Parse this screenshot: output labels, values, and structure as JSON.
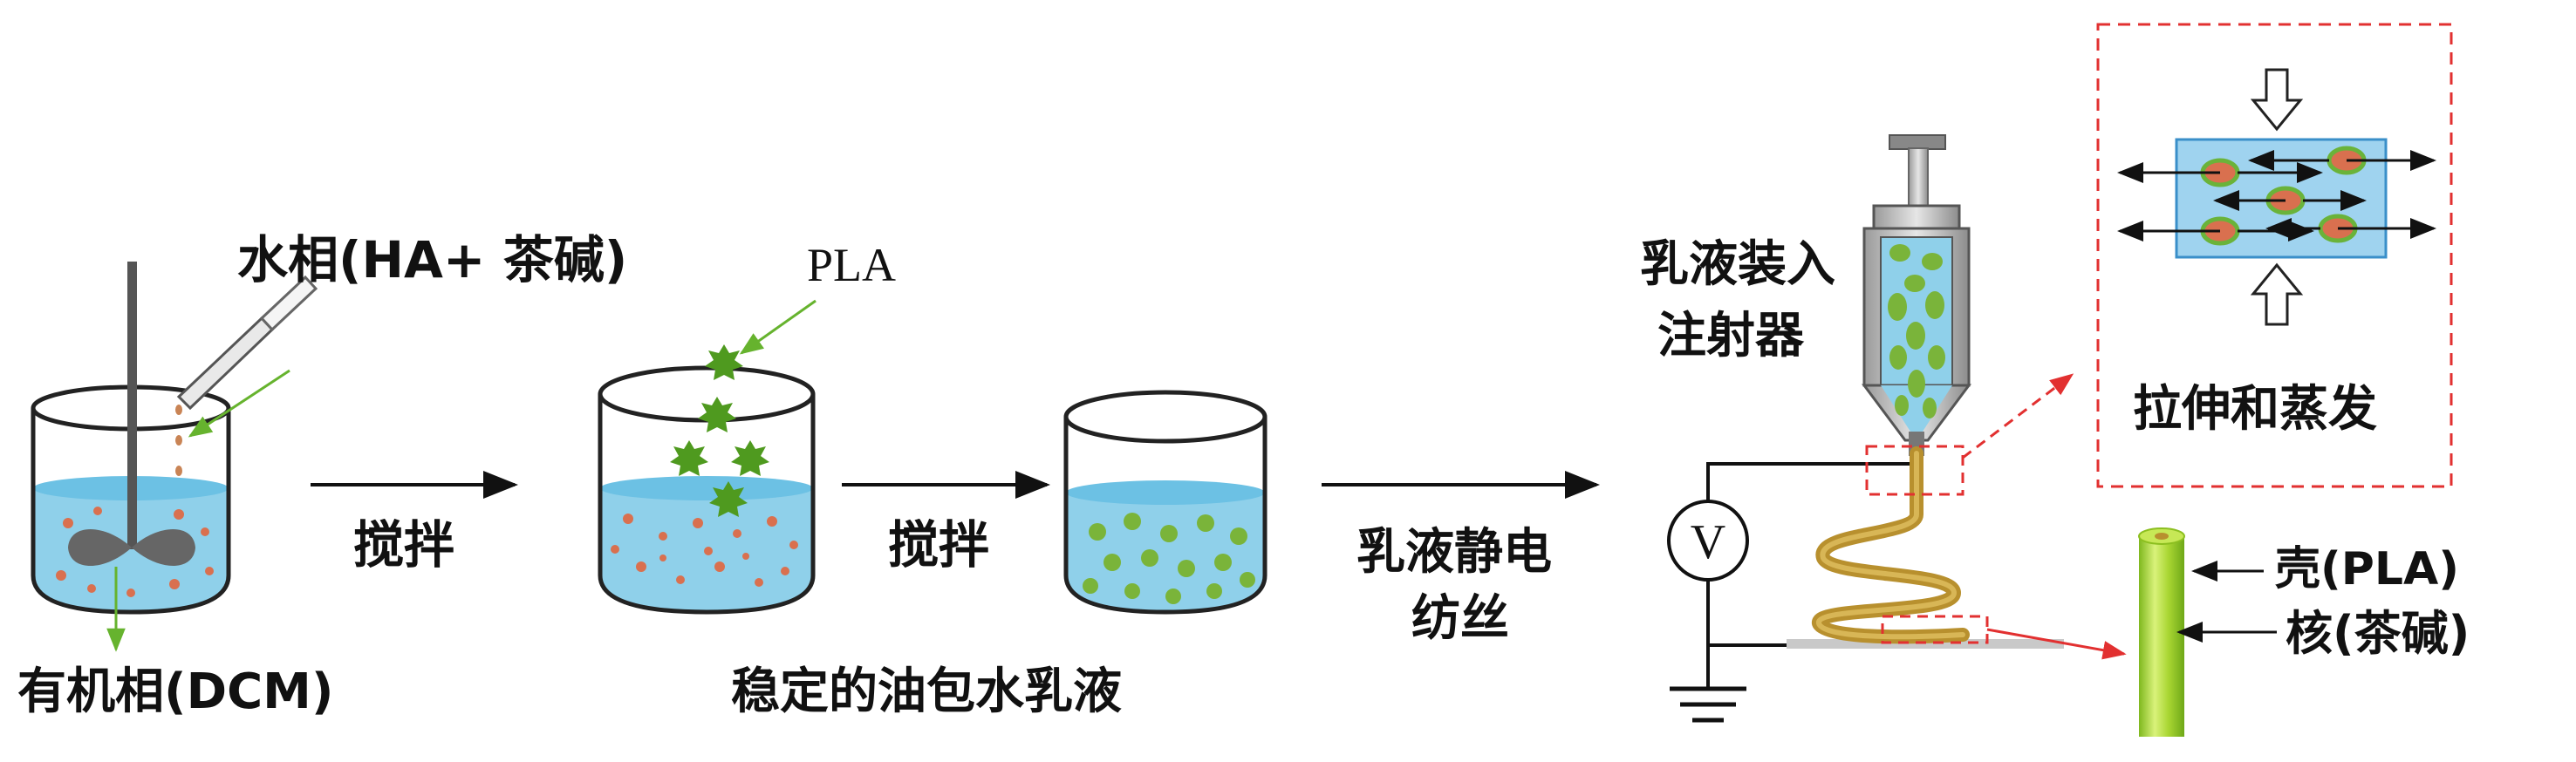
{
  "labels": {
    "aqueous_phase": "水相(HA+ 茶碱)",
    "organic_phase": "有机相(DCM)",
    "stir_1": "搅拌",
    "pla": "PLA",
    "stir_2": "搅拌",
    "stable_emulsion": "稳定的油包水乳液",
    "electrospin_line1": "乳液静电",
    "electrospin_line2": "纺丝",
    "load_line1": "乳液装入",
    "load_line2": "注射器",
    "voltage": "V",
    "stretch_evaporate": "拉伸和蒸发",
    "shell": "壳(PLA)",
    "core": "核(茶碱)"
  },
  "colors": {
    "water": "#8fd0ea",
    "water_dark": "#5bb8de",
    "droplet_red": "#d9704f",
    "pla_green": "#4f9a1f",
    "emulsion_green": "#7ab43a",
    "fiber_tan": "#b8902e",
    "dashed_red": "#e23030",
    "leader_green": "#66b32e",
    "fiber_green": "#a6d830",
    "stretch_box": "#9fd3ef"
  }
}
